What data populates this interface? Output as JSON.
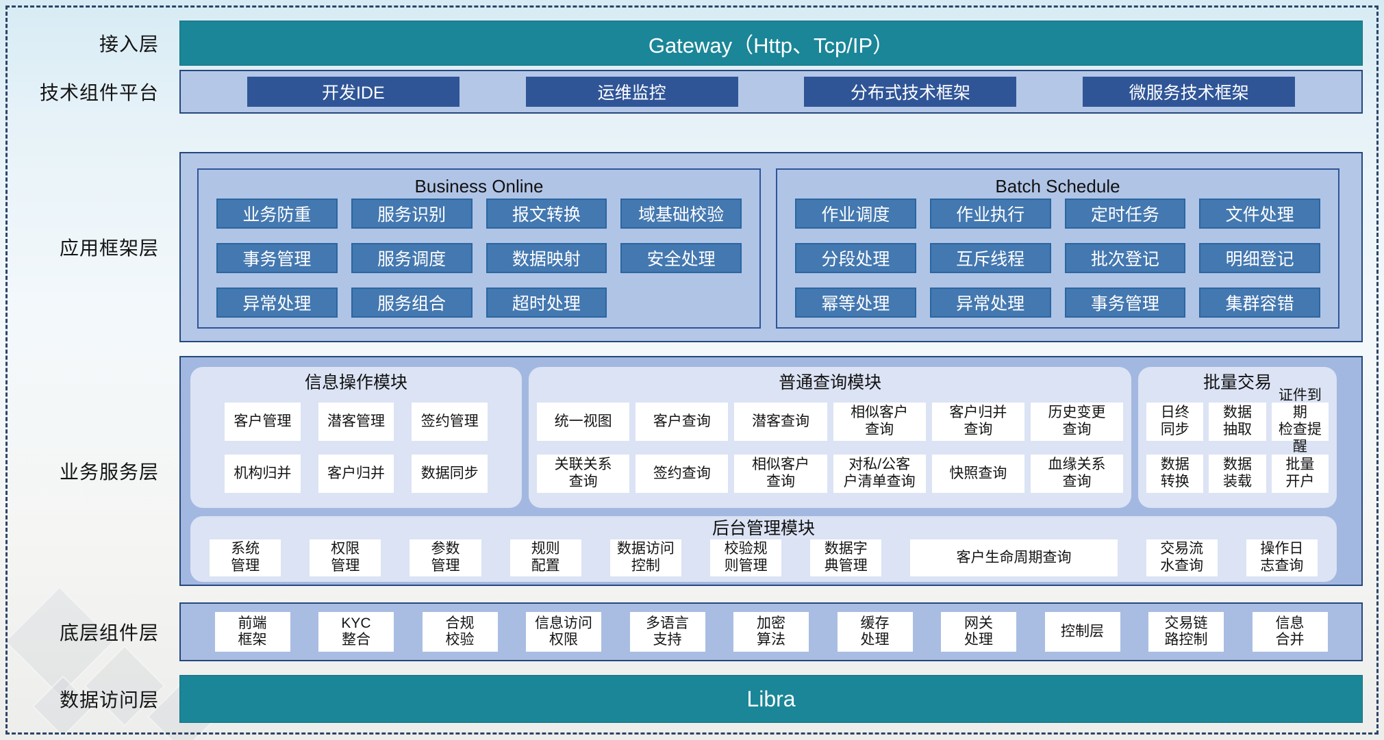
{
  "colors": {
    "teal": "#1a8698",
    "dark_blue": "#2f5597",
    "mid_blue": "#4478b0",
    "light_container": "#b4c7e7",
    "service_container": "#a3b8e0",
    "module_box": "#dbe3f4",
    "dashed_border": "#2c4468"
  },
  "layers": {
    "access": {
      "label": "接入层",
      "bar": "Gateway（Http、Tcp/IP）"
    },
    "tech_platform": {
      "label": "技术组件平台",
      "buttons": [
        "开发IDE",
        "运维监控",
        "分布式技术框架",
        "微服务技术框架"
      ]
    },
    "app_framework": {
      "label": "应用框架层",
      "business_online": {
        "title": "Business Online",
        "buttons": [
          "业务防重",
          "服务识别",
          "报文转换",
          "域基础校验",
          "事务管理",
          "服务调度",
          "数据映射",
          "安全处理",
          "异常处理",
          "服务组合",
          "超时处理"
        ]
      },
      "batch_schedule": {
        "title": "Batch Schedule",
        "buttons": [
          "作业调度",
          "作业执行",
          "定时任务",
          "文件处理",
          "分段处理",
          "互斥线程",
          "批次登记",
          "明细登记",
          "幂等处理",
          "异常处理",
          "事务管理",
          "集群容错"
        ]
      }
    },
    "business_service": {
      "label": "业务服务层",
      "info_module": {
        "title": "信息操作模块",
        "buttons": [
          "客户管理",
          "潜客管理",
          "签约管理",
          "机构归并",
          "客户归并",
          "数据同步"
        ]
      },
      "query_module": {
        "title": "普通查询模块",
        "buttons": [
          "统一视图",
          "客户查询",
          "潜客查询",
          "相似客户\n查询",
          "客户归并\n查询",
          "历史变更\n查询",
          "关联关系\n查询",
          "签约查询",
          "相似客户\n查询",
          "对私/公客\n户清单查询",
          "快照查询",
          "血缘关系\n查询"
        ]
      },
      "batch_trade": {
        "title": "批量交易",
        "buttons": [
          "日终\n同步",
          "数据\n抽取",
          "证件到期\n检查提醒",
          "数据\n转换",
          "数据\n装载",
          "批量\n开户"
        ]
      },
      "admin_module": {
        "title": "后台管理模块",
        "buttons": [
          "系统\n管理",
          "权限\n管理",
          "参数\n管理",
          "规则\n配置",
          "数据访问\n控制",
          "校验规\n则管理",
          "数据字\n典管理",
          "客户生命周期查询",
          "交易流\n水查询",
          "操作日\n志查询"
        ]
      }
    },
    "base_components": {
      "label": "底层组件层",
      "buttons": [
        "前端\n框架",
        "KYC\n整合",
        "合规\n校验",
        "信息访问\n权限",
        "多语言\n支持",
        "加密\n算法",
        "缓存\n处理",
        "网关\n处理",
        "控制层",
        "交易链\n路控制",
        "信息\n合并"
      ]
    },
    "data_access": {
      "label": "数据访问层",
      "bar": "Libra"
    }
  }
}
